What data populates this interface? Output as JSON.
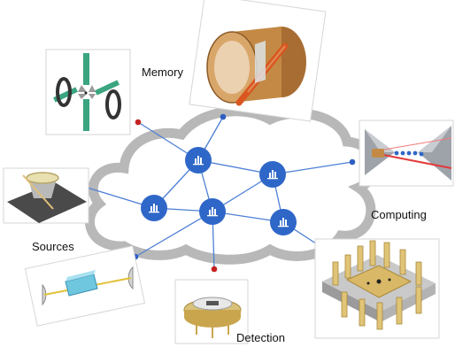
{
  "labels": {
    "memory": "Memory",
    "computing": "Computing",
    "sources": "Sources",
    "detection": "Detection"
  },
  "colors": {
    "cloud_outline": "#b8b8b8",
    "node_fill": "#2f67c8",
    "link_line": "#4d7fd6",
    "endpoint_blue": "#2f5fc2",
    "endpoint_red": "#c42121",
    "panel_border": "#d6d6d6",
    "gold": "#d9b867",
    "copper": "#c48a45",
    "green": "#3aa57f"
  },
  "nodes": [
    "node-1",
    "node-2",
    "node-3",
    "node-4",
    "node-5",
    "node-6"
  ],
  "panels": [
    {
      "name": "ion-trap-panel",
      "icon": "trap-icon"
    },
    {
      "name": "memory-panel",
      "icon": "cylinder-memory-icon"
    },
    {
      "name": "computing-panel",
      "icon": "photonic-chip-icon"
    },
    {
      "name": "sources-panel",
      "icon": "disk-source-icon"
    },
    {
      "name": "source-waveguide-panel",
      "icon": "waveguide-icon"
    },
    {
      "name": "detection-panel",
      "icon": "detector-icon"
    },
    {
      "name": "processor-panel",
      "icon": "processor-chip-icon"
    }
  ]
}
